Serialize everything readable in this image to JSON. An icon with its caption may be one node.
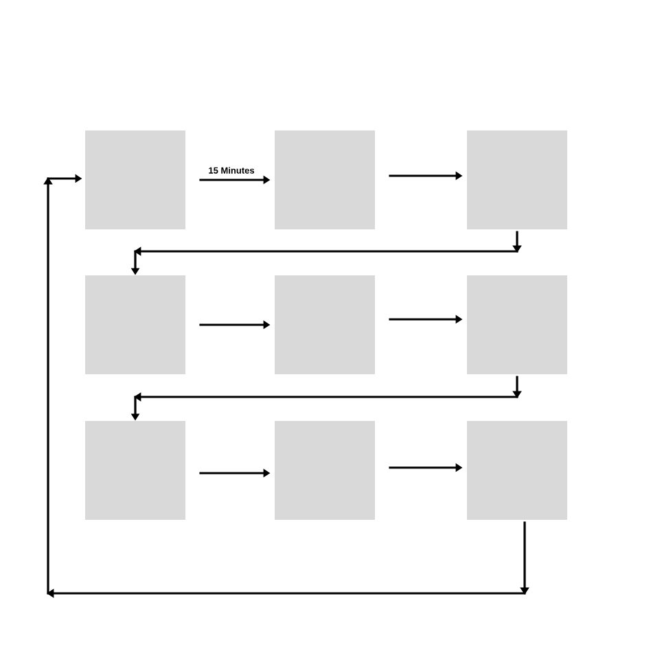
{
  "diagram": {
    "nodes": [
      {
        "text": [],
        "shape": "box"
      },
      {
        "text": [],
        "shape": "box"
      },
      {
        "text": [],
        "shape": "box"
      },
      {
        "text": [],
        "shape": "box"
      },
      {
        "text": [],
        "shape": "box"
      },
      {
        "text": [],
        "shape": "box"
      },
      {
        "text": [],
        "shape": "box"
      },
      {
        "text": [],
        "shape": "box"
      },
      {
        "text": [],
        "shape": "box"
      }
    ],
    "edges": [
      {
        "from": 0,
        "to": 1,
        "arrow": "to",
        "label": "15 Minutes"
      },
      {
        "from": 1,
        "to": 2,
        "arrow": "to"
      },
      {
        "from": 2,
        "to": 3,
        "arrow": "to"
      },
      {
        "from": 3,
        "to": 4,
        "arrow": "to"
      },
      {
        "from": 4,
        "to": 5,
        "arrow": "to"
      },
      {
        "from": 5,
        "to": 6,
        "arrow": "to"
      },
      {
        "from": 6,
        "to": 7,
        "arrow": "to"
      },
      {
        "from": 7,
        "to": 8,
        "arrow": "to"
      },
      {
        "from": 8,
        "to": 0,
        "arrow": "to"
      }
    ]
  }
}
